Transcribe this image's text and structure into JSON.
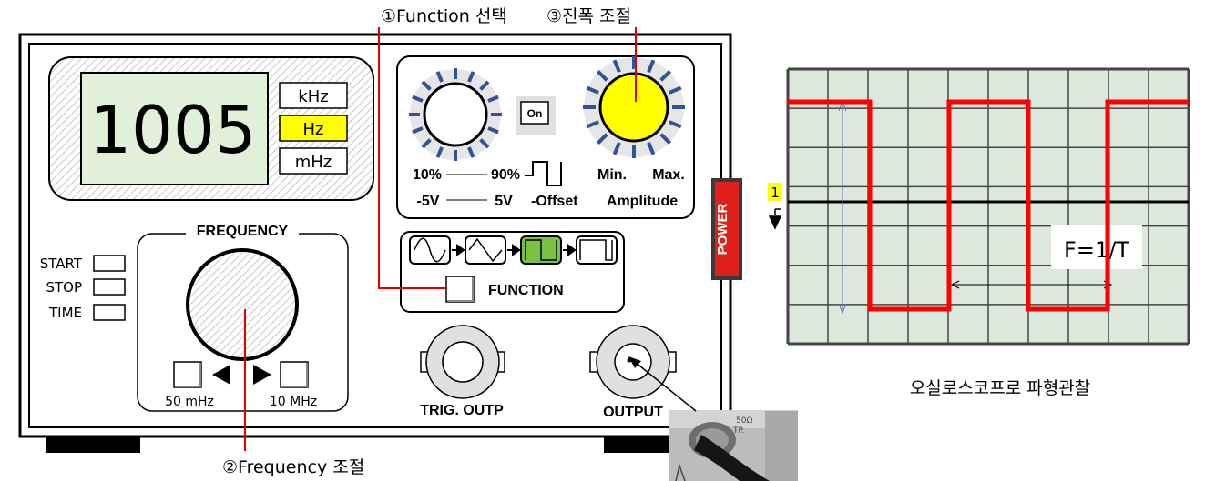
{
  "annotations": {
    "function_select": "①Function 선택",
    "amplitude_adjust": "③진폭 조절",
    "frequency_adjust": "②Frequency 조절",
    "scope_caption": "오실로스코프로 파형관찰"
  },
  "display": {
    "value": "1005",
    "units": [
      "kHz",
      "Hz",
      "mHz"
    ],
    "selected_unit": "Hz",
    "highlight_color": "#ffff00"
  },
  "controls": {
    "on_label": "On",
    "duty_min": "10%",
    "duty_max": "90%",
    "offset_min": "-5V",
    "offset_max": "5V",
    "offset_label": "Offset",
    "amp_min": "Min.",
    "amp_max": "Max.",
    "amplitude_label": "Amplitude",
    "amplitude_knob_color": "#ffff00",
    "function_label": "FUNCTION",
    "function_waves": [
      "sine-icon",
      "triangle-icon",
      "square-icon",
      "pulse-icon"
    ],
    "selected_wave": "square-icon",
    "selected_wave_color": "#7ac142"
  },
  "frequency": {
    "title": "FREQUENCY",
    "low_label": "50 mHz",
    "high_label": "10 MHz"
  },
  "indicators": [
    "START",
    "STOP",
    "TIME"
  ],
  "connectors": {
    "trig": "TRIG. OUTP",
    "output": "OUTPUT"
  },
  "power_label": "POWER",
  "power_color": "#e0201b",
  "scope": {
    "channel_marker": "1",
    "formula": "F=1/T",
    "trace_color": "#ff0000"
  }
}
